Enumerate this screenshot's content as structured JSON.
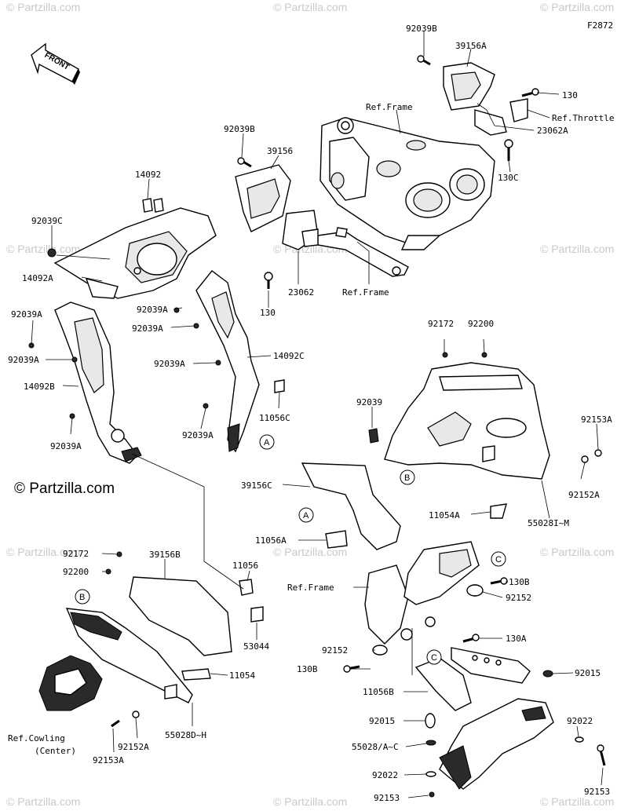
{
  "figure_code": "F2872",
  "brand": "© Partzilla.com",
  "watermark": "© Partzilla.com",
  "front_arrow": "FRONT",
  "callouts": [
    "A",
    "B",
    "C"
  ],
  "labels": {
    "l92039B_top": "92039B",
    "l39156A": "39156A",
    "l130_top": "130",
    "lRefThrottle": "Ref.Throttle",
    "lRefFrame_top": "Ref.Frame",
    "l23062A": "23062A",
    "l130C": "130C",
    "l92039B_mid": "92039B",
    "l39156": "39156",
    "l14092": "14092",
    "l92039C": "92039C",
    "l14092A": "14092A",
    "l92039A_1": "92039A",
    "l92039A_2": "92039A",
    "l14092B": "14092B",
    "l92039A_3": "92039A",
    "l92039A_4": "92039A",
    "l92039A_5": "92039A",
    "l92039A_6": "92039A",
    "l14092C": "14092C",
    "l11056C": "11056C",
    "l92039A_7": "92039A",
    "l130_mid": "130",
    "l23062": "23062",
    "lRefFrame_mid": "Ref.Frame",
    "l92172_r": "92172",
    "l92200_r": "92200",
    "l92039": "92039",
    "l92153A_r": "92153A",
    "l39156C": "39156C",
    "l92152A_r": "92152A",
    "l11054A": "11054A",
    "l55028IM": "55028I~M",
    "l11056A": "11056A",
    "l92172_l": "92172",
    "l92200_l": "92200",
    "l39156B": "39156B",
    "l11056": "11056",
    "l53044": "53044",
    "l11054": "11054",
    "lRefCowling1": "Ref.Cowling",
    "lRefCowling2": "(Center)",
    "l92152A_l": "92152A",
    "l92153A_l": "92153A",
    "l55028DH": "55028D~H",
    "lRefFrame_low": "Ref.Frame",
    "l130B_r": "130B",
    "l92152_r": "92152",
    "l130A": "130A",
    "l92152_l": "92152",
    "l130B_l": "130B",
    "l92015_r": "92015",
    "l11056B": "11056B",
    "l92015_l": "92015",
    "l92022_r": "92022",
    "l55028AC": "55028/A~C",
    "l92022_l": "92022",
    "l92153_r": "92153",
    "l92153_l": "92153"
  }
}
